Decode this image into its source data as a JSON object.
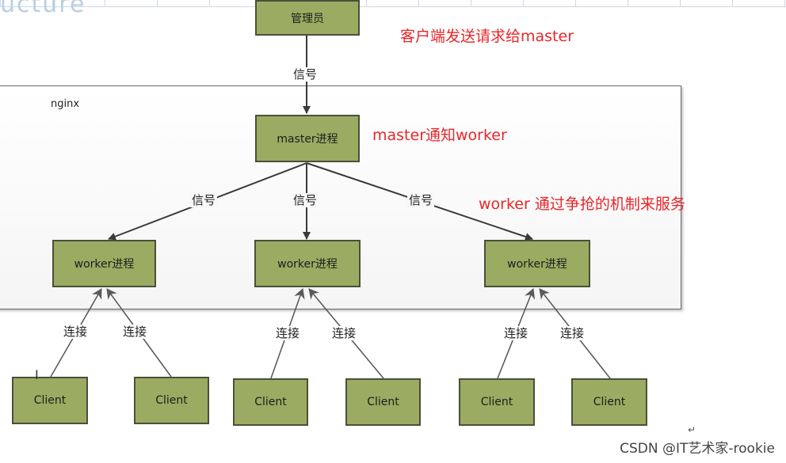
{
  "header_fragment": "ucture",
  "admin": {
    "label": "管理员"
  },
  "signal_label": "信号",
  "frame": {
    "label": "nginx"
  },
  "master": {
    "label": "master进程"
  },
  "workers": [
    {
      "label": "worker进程"
    },
    {
      "label": "worker进程"
    },
    {
      "label": "worker进程"
    }
  ],
  "connect_label": "连接",
  "client_label": "Client",
  "notes": {
    "client_request": "客户端发送请求给master",
    "master_notify": "master通知worker",
    "worker_compete": "worker 通过争抢的机制来服务"
  },
  "watermark": "CSDN @IT艺术家-rookie",
  "colors": {
    "box_fill": "#9bab62",
    "box_border": "#4b4f3a",
    "note_text": "#e8262a",
    "arrow": "#3a3a3a",
    "connector": "#555555"
  },
  "icons": {
    "text_cursor": "text-cursor-icon",
    "return": "return-arrow-icon"
  }
}
